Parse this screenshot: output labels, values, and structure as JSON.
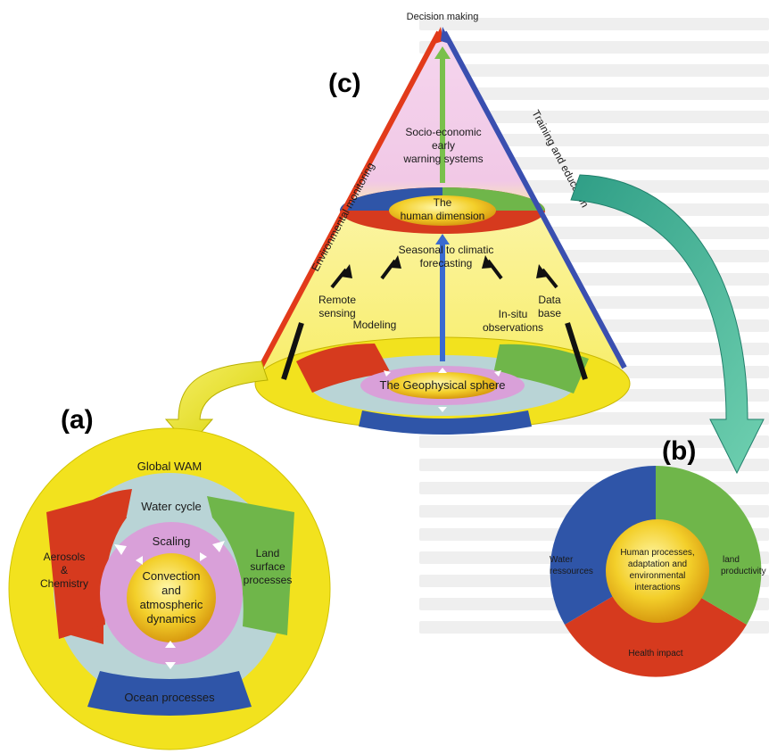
{
  "panels": {
    "a": "(a)",
    "b": "(b)",
    "c": "(c)"
  },
  "cone": {
    "top_label": "Decision making",
    "left_edge": "Environmental monitoring",
    "right_edge": "Training and education",
    "socio": [
      "Socio-economic",
      "early",
      "warning systems"
    ],
    "human_dimension": [
      "The",
      "human dimension"
    ],
    "forecast": [
      "Seasonal to climatic",
      "forecasting"
    ],
    "remote_sensing": [
      "Remote",
      "sensing"
    ],
    "modeling": "Modeling",
    "insitu": [
      "In-situ",
      "observations"
    ],
    "database": [
      "Data",
      "base"
    ],
    "geophysical": "The Geophysical sphere"
  },
  "wam": {
    "outer": "Global WAM",
    "water_cycle": "Water cycle",
    "scaling": "Scaling",
    "aerosols": [
      "Aerosols",
      "&",
      "Chemistry"
    ],
    "land": [
      "Land",
      "surface",
      "processes"
    ],
    "core": [
      "Convection",
      "and",
      "atmospheric",
      "dynamics"
    ],
    "ocean": "Ocean processes"
  },
  "human": {
    "center": [
      "Human processes,",
      "adaptation and",
      "environmental",
      "interactions"
    ],
    "water": [
      "Water",
      "ressources"
    ],
    "land": [
      "land",
      "productivity"
    ],
    "health": "Health impact"
  },
  "colors": {
    "yellow": "#f2e21e",
    "red": "#d63a1e",
    "green": "#6fb64a",
    "blue": "#2f55a8",
    "pink": "#d9a0d9",
    "lightblue": "#b9d4d6",
    "teal": "#3fae8f",
    "gold": "#f0c020"
  }
}
